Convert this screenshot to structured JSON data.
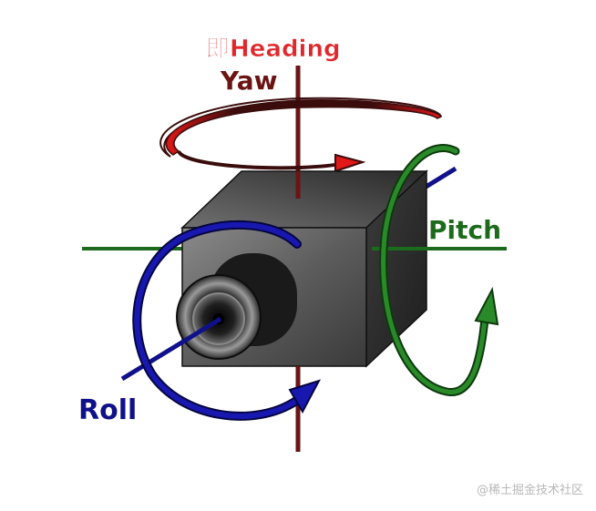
{
  "labels": {
    "heading": "即Heading",
    "yaw": "Yaw",
    "pitch": "Pitch",
    "roll": "Roll"
  },
  "watermark": "@稀土掘金技术社区",
  "colors": {
    "yaw_axis": "#6b1414",
    "yaw_arrow_dark": "#3a0c0c",
    "yaw_arrow_red": "#e01818",
    "heading_text": "#e0282c",
    "pitch": "#1c6b1c",
    "roll": "#10108a",
    "background": "#ffffff"
  }
}
